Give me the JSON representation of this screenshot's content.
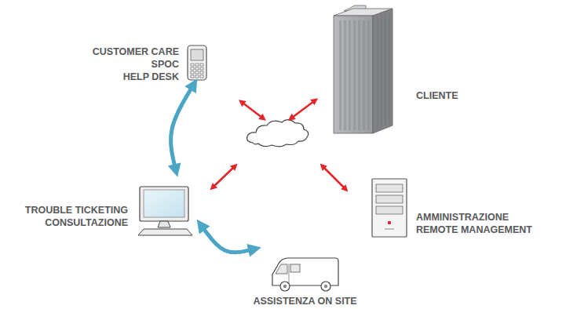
{
  "diagram": {
    "nodes": [
      {
        "text": [
          "CUSTOMER CARE",
          "SPOC",
          "HELP DESK"
        ]
      },
      {
        "text": [
          "CLIENTE"
        ]
      },
      {
        "text": [
          "TROUBLE TICKETING",
          "CONSULTAZIONE"
        ]
      },
      {
        "text": [
          "AMMINISTRAZIONE",
          "REMOTE MANAGEMENT"
        ]
      },
      {
        "text": [
          "ASSISTENZA ON SITE"
        ]
      }
    ],
    "edges": [
      {
        "from": 0,
        "to": 2,
        "arrow": "both"
      },
      {
        "from": 2,
        "to": 4,
        "arrow": "both"
      }
    ]
  }
}
